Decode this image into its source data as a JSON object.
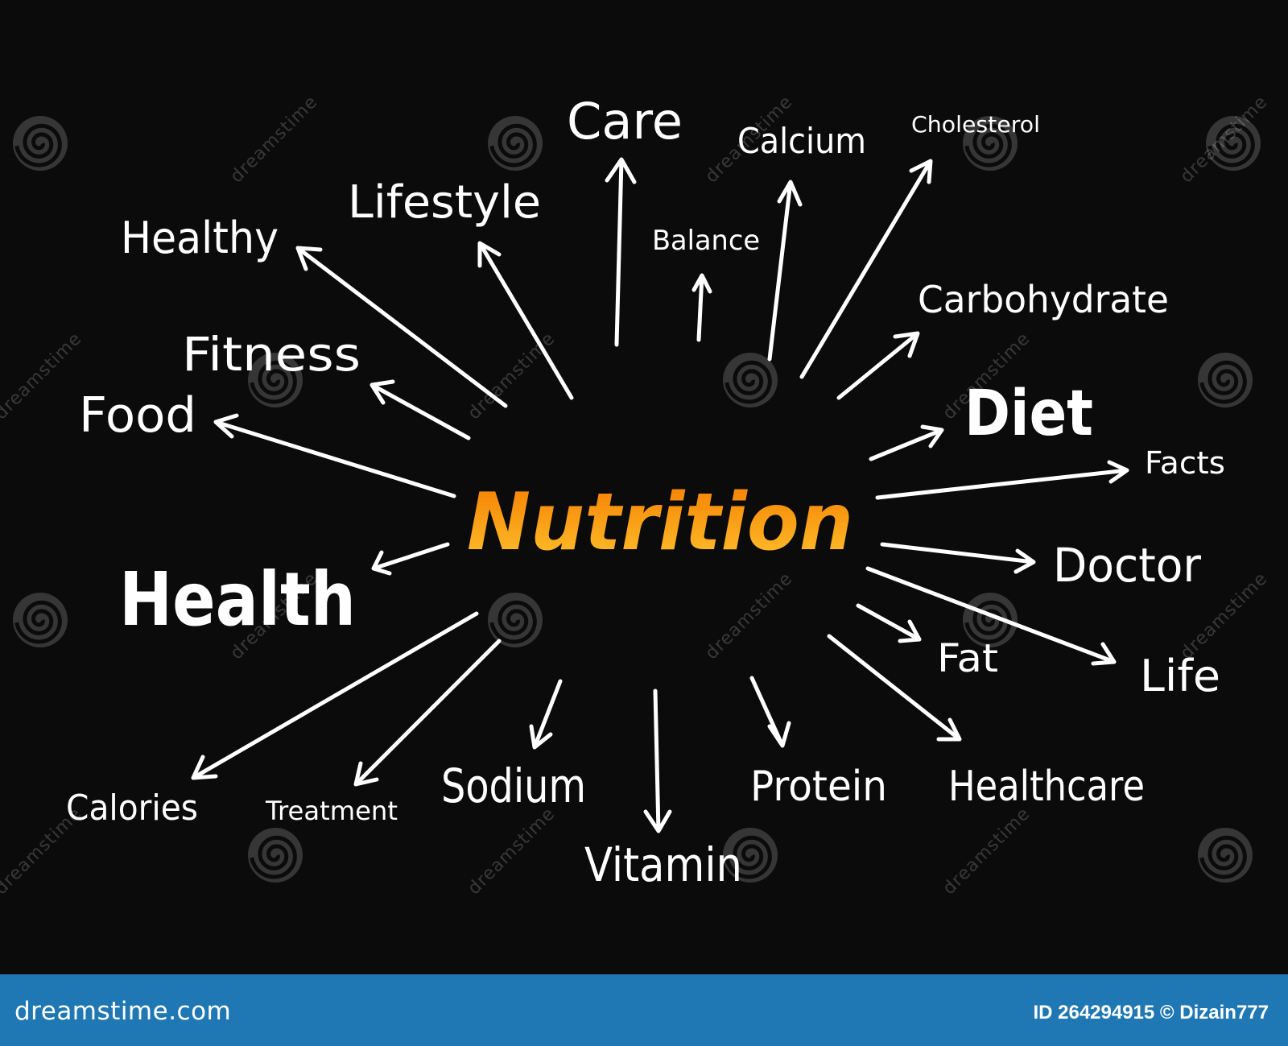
{
  "diagram": {
    "center": "Nutrition",
    "terms": {
      "care": "Care",
      "calcium": "Calcium",
      "cholesterol": "Cholesterol",
      "lifestyle": "Lifestyle",
      "healthy": "Healthy",
      "balance": "Balance",
      "carbohydrate": "Carbohydrate",
      "fitness": "Fitness",
      "food": "Food",
      "diet": "Diet",
      "facts": "Facts",
      "health": "Health",
      "doctor": "Doctor",
      "fat": "Fat",
      "life": "Life",
      "calories": "Calories",
      "treatment": "Treatment",
      "sodium": "Sodium",
      "protein": "Protein",
      "healthcare": "Healthcare",
      "vitamin": "Vitamin"
    }
  },
  "watermark": {
    "word": "dreamstime"
  },
  "footer": {
    "brand": "dreamstime.com",
    "credit": "ID 264294915 © Dizain777"
  },
  "colors": {
    "background": "#0b0b0b",
    "footer": "#1f78b4",
    "center_top": "#f57c00",
    "center_bottom": "#ffcc33"
  }
}
